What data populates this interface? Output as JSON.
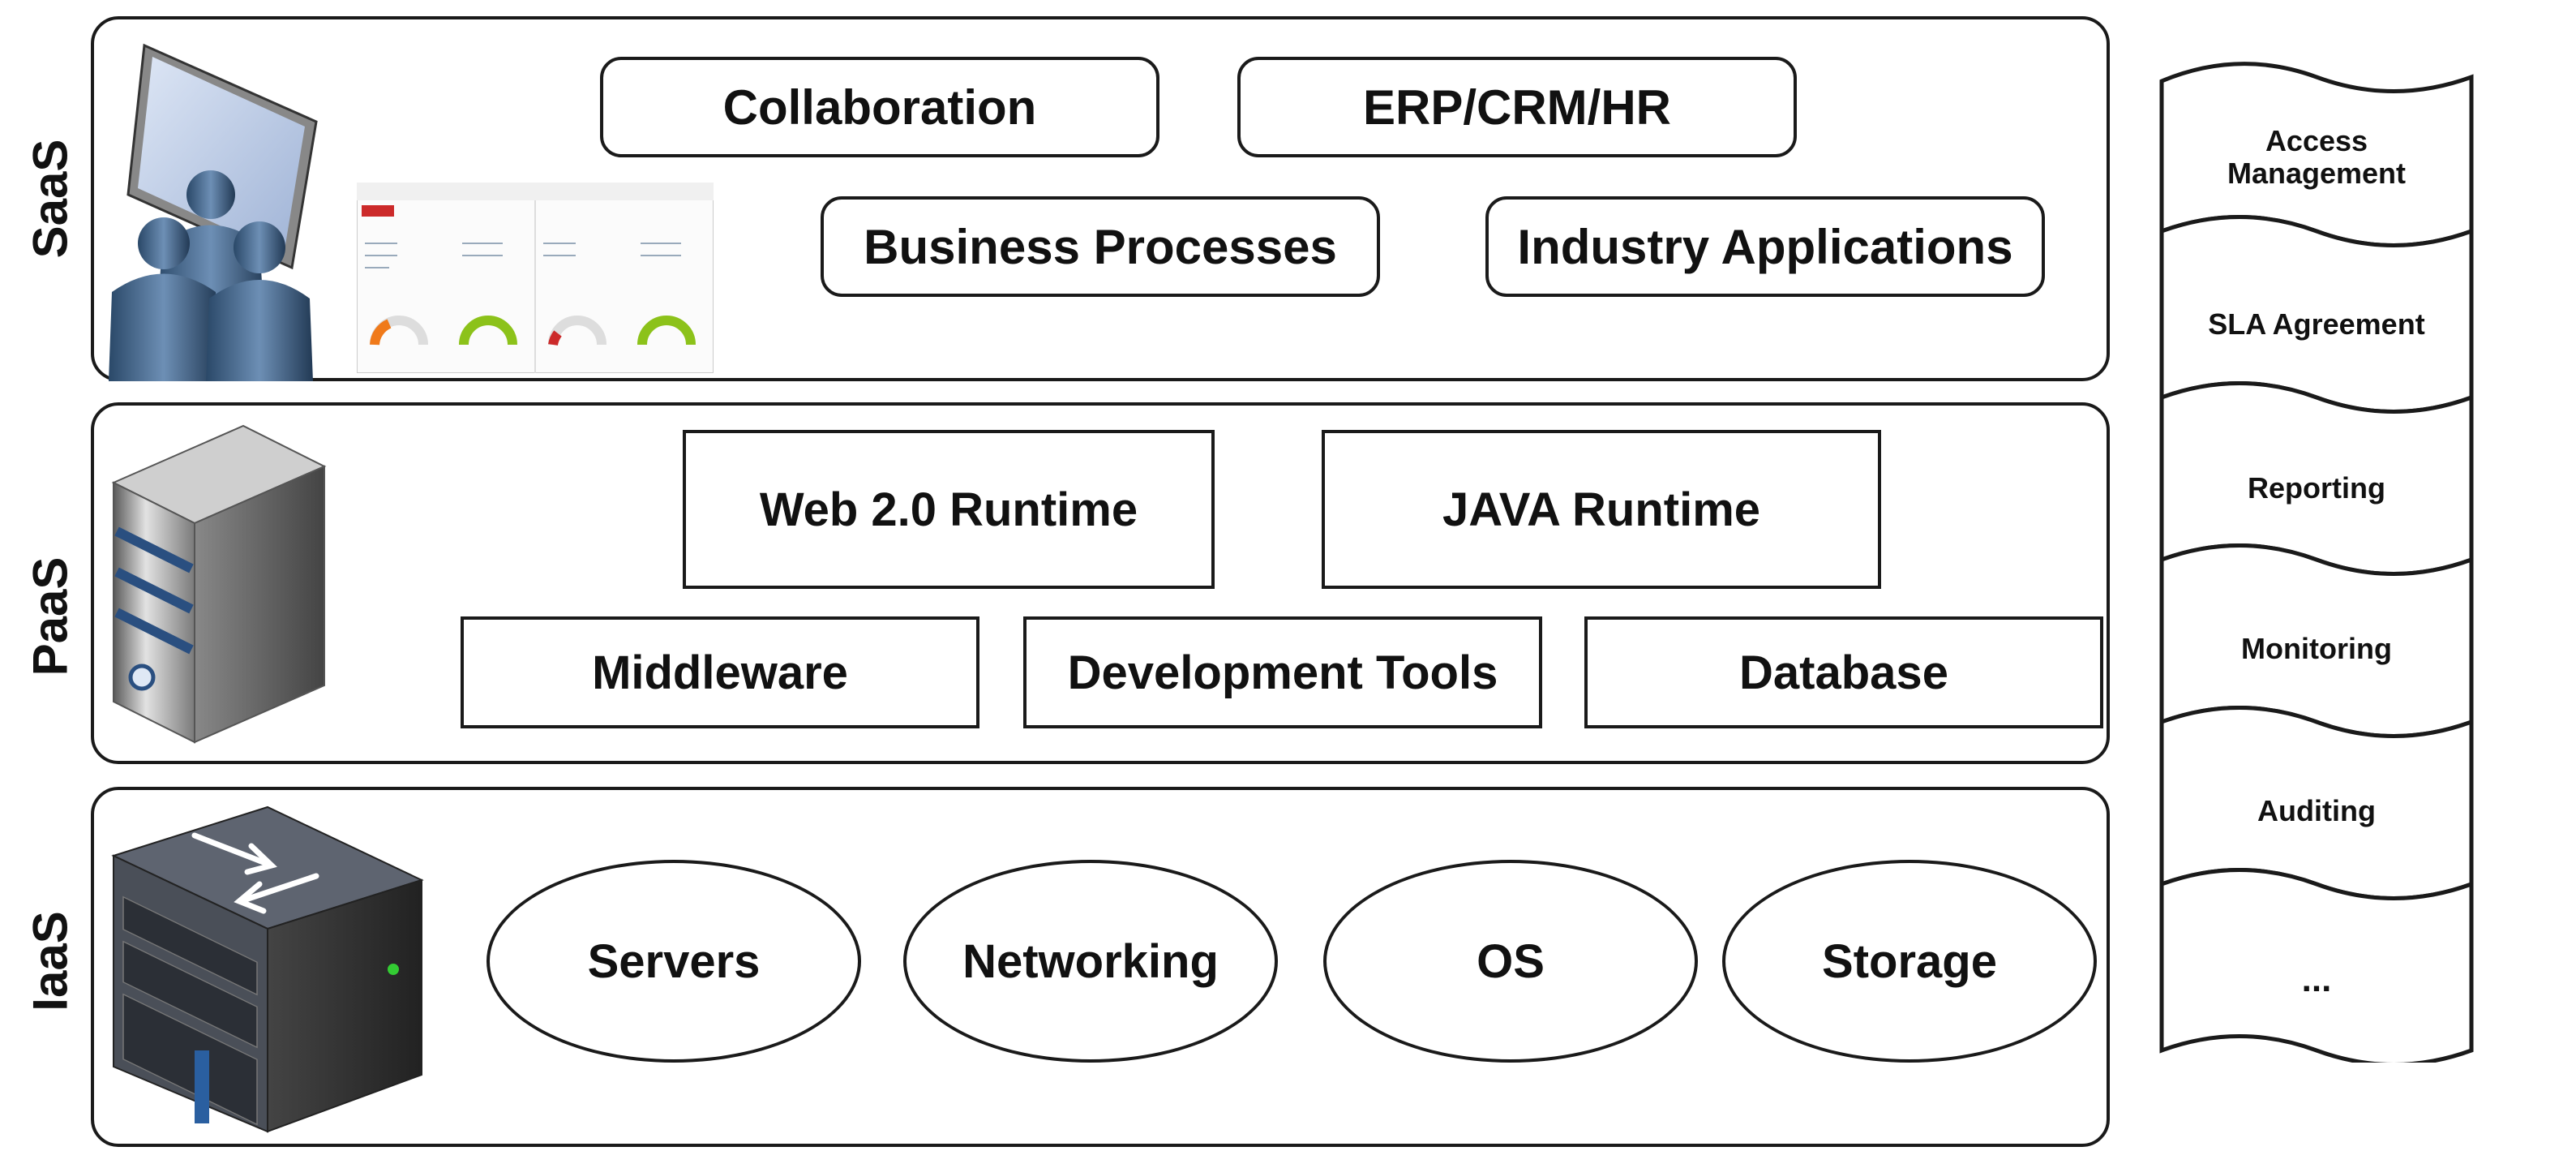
{
  "layers": {
    "saas": {
      "label": "SaaS",
      "row1": [
        "Collaboration",
        "ERP/CRM/HR"
      ],
      "row2": [
        "Business Processes",
        "Industry Applications"
      ]
    },
    "paas": {
      "label": "PaaS",
      "row1": [
        "Web 2.0 Runtime",
        "JAVA Runtime"
      ],
      "row2": [
        "Middleware",
        "Development Tools",
        "Database"
      ]
    },
    "iaas": {
      "label": "IaaS",
      "items": [
        "Servers",
        "Networking",
        "OS",
        "Storage"
      ]
    }
  },
  "side_panel": {
    "items": [
      "Access Management",
      "SLA Agreement",
      "Reporting",
      "Monitoring",
      "Auditing",
      "..."
    ]
  },
  "icons": {
    "saas": "users-with-monitor-icon",
    "saas_screenshot": "dashboard-screenshot-icon",
    "paas": "server-tower-icon",
    "iaas": "rack-server-icon"
  },
  "colors": {
    "border": "#1a1a1a",
    "figure_blue": "#3a5f86",
    "gauge_orange": "#f07a1a",
    "gauge_green": "#8cc21a"
  }
}
